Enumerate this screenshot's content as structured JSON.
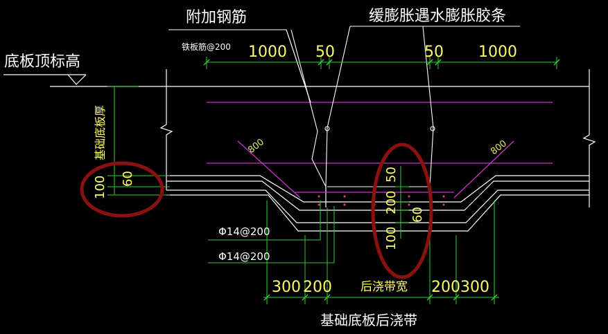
{
  "labels": {
    "additional_rebar": "附加钢筋",
    "swelling_strip": "缓膨胀遇水膨胀胶条",
    "slab_top_elevation": "底板顶标高",
    "iron_rebar": "铁板筋@200",
    "slab_thickness": "基础底板厚",
    "rebar_a": "Φ14@200",
    "rebar_b": "Φ14@200",
    "post_pour_width": "后浇带宽",
    "title": "基础底板后浇带"
  },
  "dims": {
    "top_left_1000": "1000",
    "top_left_50": "50",
    "top_right_50": "50",
    "top_right_1000": "1000",
    "slope_left_800": "800",
    "slope_right_800": "800",
    "left_100": "100",
    "left_60": "60",
    "mid_50": "50",
    "mid_200": "200",
    "mid_60": "60",
    "mid_100": "100",
    "bottom_300_l": "300",
    "bottom_200_l": "200",
    "bottom_200_r": "200",
    "bottom_300_r": "300"
  },
  "colors": {
    "background": "#000000",
    "lines": "#ffffff",
    "rebar": "#cc33cc",
    "dimension": "#33cc33",
    "dim_text": "#ffff66",
    "highlight_ellipse": "#8b1111"
  }
}
